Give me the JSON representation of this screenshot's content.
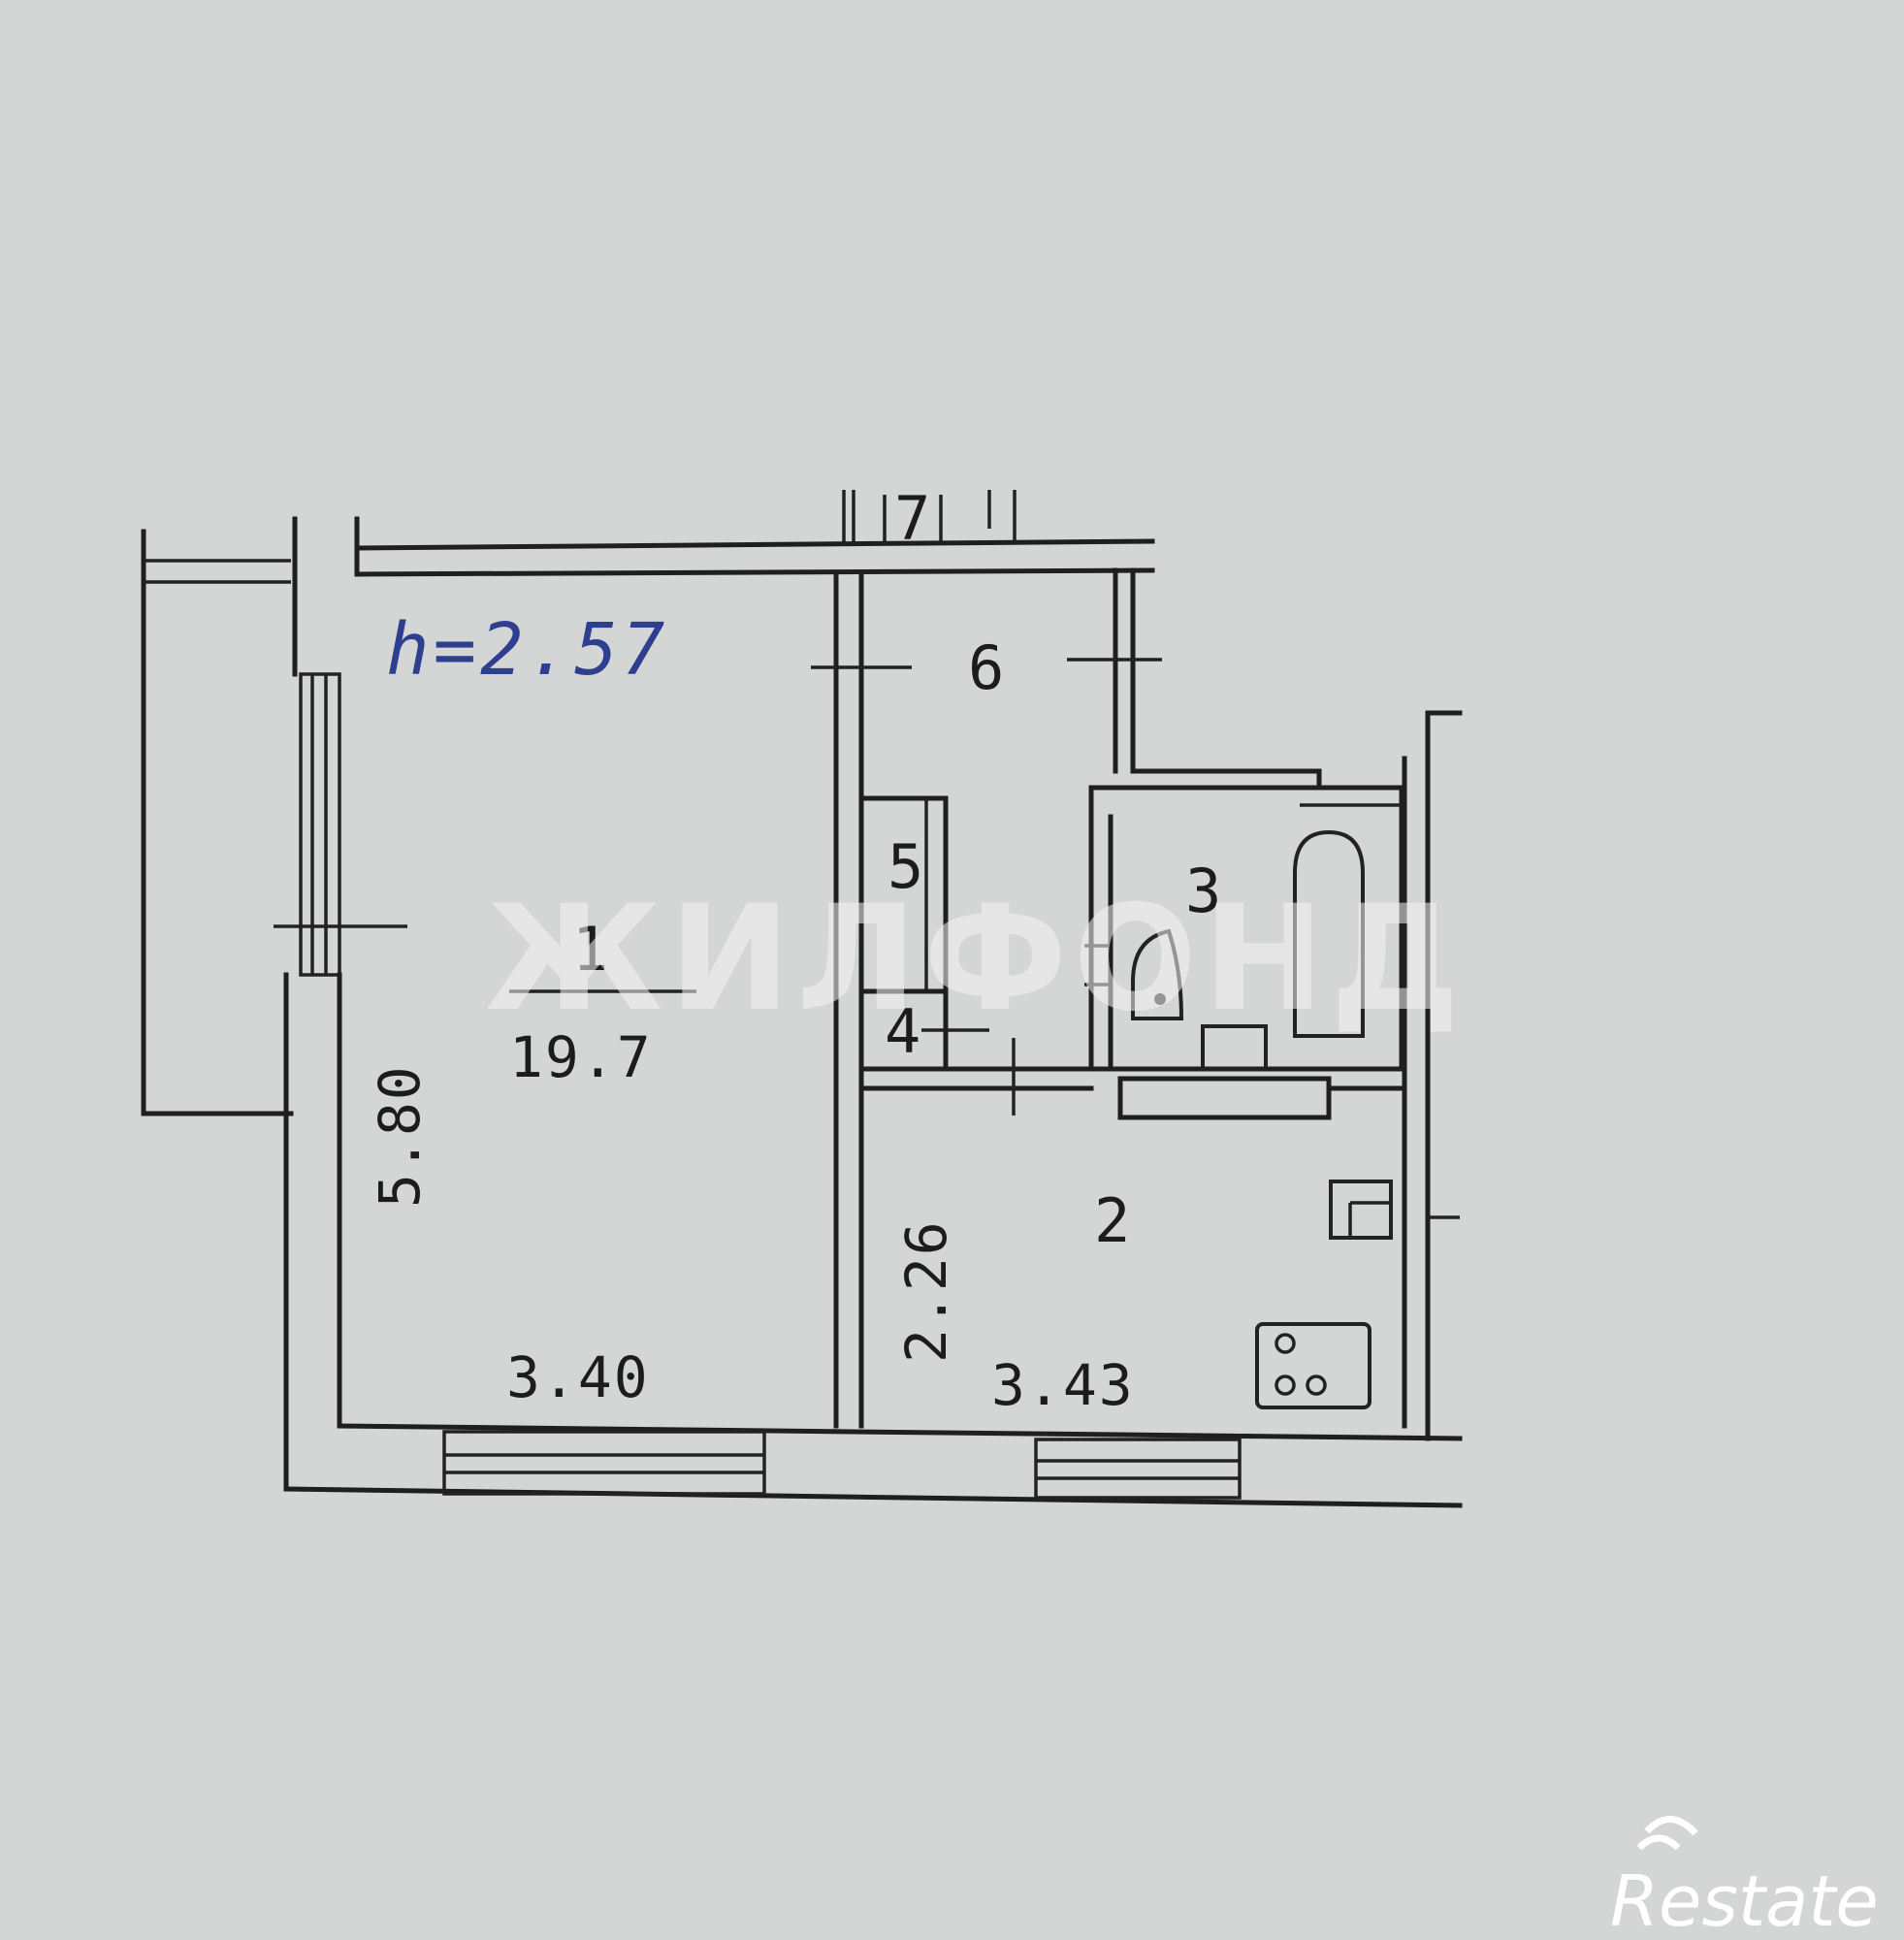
{
  "plan": {
    "ceiling_height": "h=2.57",
    "rooms": [
      {
        "number": "1",
        "area": "19.7"
      },
      {
        "number": "2"
      },
      {
        "number": "3"
      },
      {
        "number": "4"
      },
      {
        "number": "5"
      },
      {
        "number": "6"
      },
      {
        "number": "7"
      }
    ],
    "dimensions": {
      "room1_length": "5.80",
      "room1_width": "3.40",
      "room2_length": "2.26",
      "room2_width": "3.43"
    }
  },
  "watermark": "ЖИЛФОНД",
  "logo": {
    "text": "Restate"
  },
  "colors": {
    "paper": "#d4d6d5",
    "ink": "#1f1f1f",
    "pen": "#2e3f8f"
  }
}
